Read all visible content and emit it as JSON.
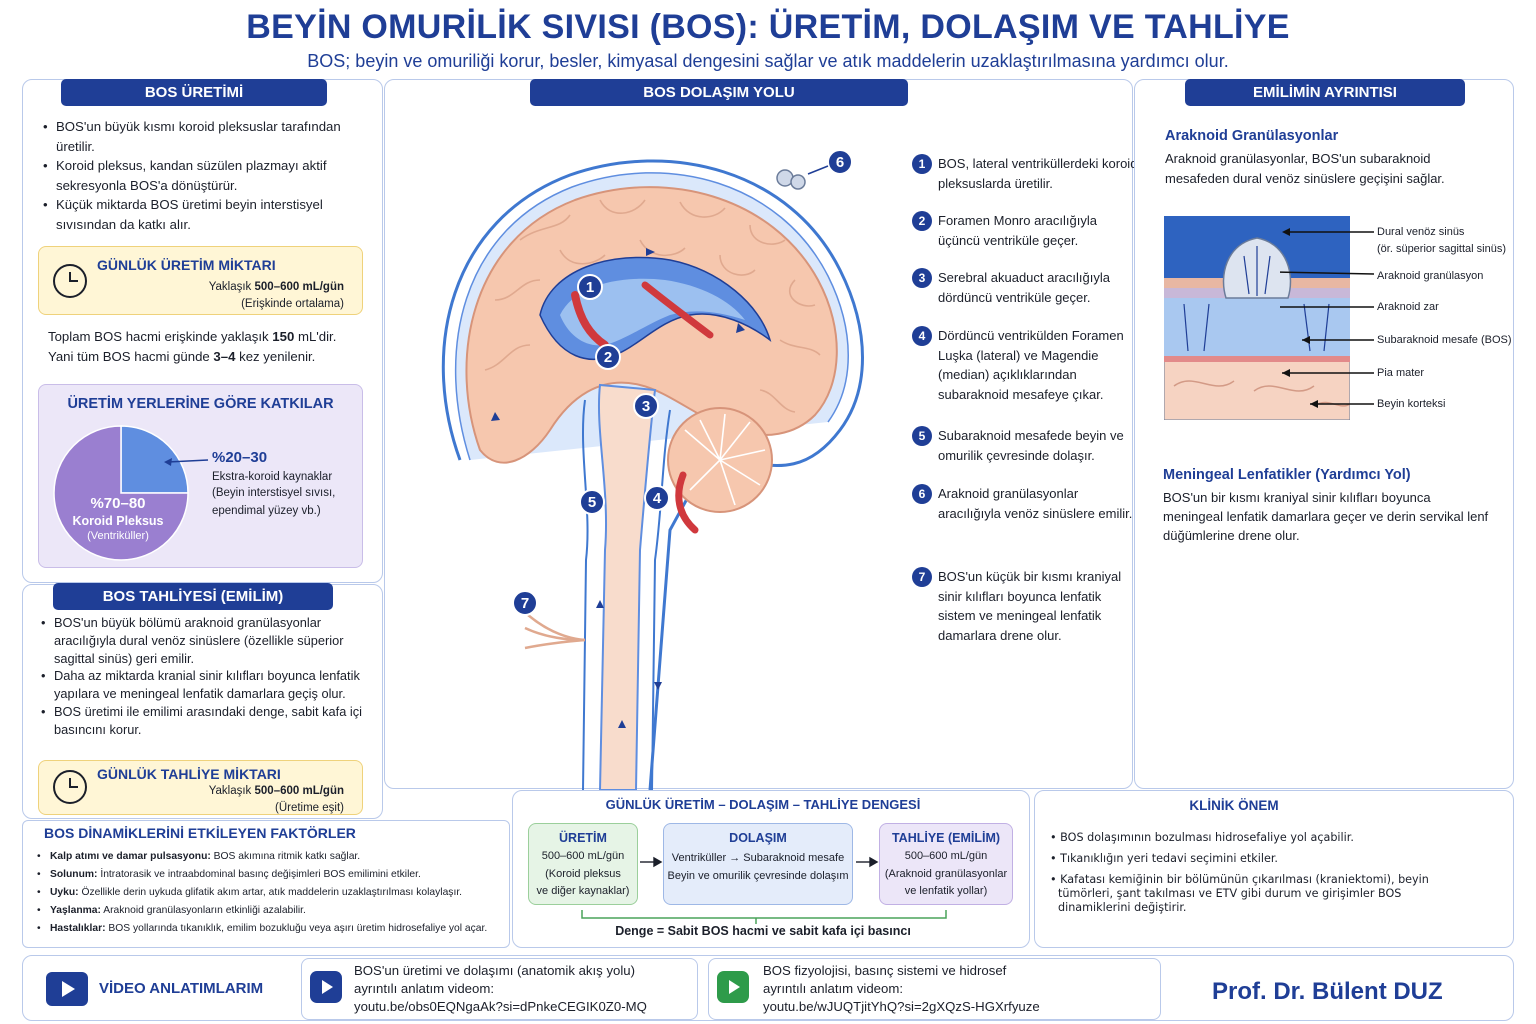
{
  "header": {
    "title": "BEYİN OMURİLİK SIVISI (BOS): ÜRETİM, DOLAŞIM VE TAHLİYE",
    "subtitle": "BOS; beyin ve omuriliği korur, besler, kimyasal dengesini sağlar ve atık maddelerin uzaklaştırılmasına yardımcı olur."
  },
  "production": {
    "heading": "BOS ÜRETİMİ",
    "bullets": [
      "BOS'un büyük kısmı koroid pleksuslar tarafından üretilir.",
      "Koroid pleksus, kandan süzülen plazmayı aktif sekresyonla BOS'a dönüştürür.",
      "Küçük miktarda BOS üretimi beyin interstisyel sıvısından da katkı alır."
    ],
    "daily": {
      "heading": "GÜNLÜK ÜRETİM MİKTARI",
      "prefix": "Yaklaşık ",
      "value": "500–600 mL/gün",
      "note": "(Erişkinde ortalama)"
    },
    "volume_line1_pre": "Toplam BOS hacmi erişkinde yaklaşık ",
    "volume_line1_val": "150",
    "volume_line1_post": " mL'dir.",
    "volume_line2_pre": "Yani tüm BOS hacmi günde ",
    "volume_line2_val": "3–4",
    "volume_line2_post": " kez yenilenir."
  },
  "contributions": {
    "heading": "ÜRETİM YERLERİNE GÖRE KATKILAR",
    "slices": [
      {
        "label": "%70–80",
        "name": "Koroid Pleksus",
        "detail": "(Ventriküller)",
        "value": 75,
        "color": "#9a7fd0"
      },
      {
        "label": "%20–30",
        "name": "Ekstra-koroid kaynaklar",
        "detail": "(Beyin interstisyel sıvısı, ependimal yüzey vb.)",
        "value": 25,
        "color": "#5f8ee0"
      }
    ]
  },
  "drainage": {
    "heading": "BOS TAHLİYESİ (EMİLİM)",
    "bullets": [
      "BOS'un büyük bölümü araknoid granülasyonlar aracılığıyla dural venöz sinüslere (özellikle süperior sagittal sinüs) geri emilir.",
      "Daha az miktarda kranial sinir kılıfları boyunca lenfatik yapılara ve meningeal lenfatik damarlara geçiş olur.",
      "BOS üretimi ile emilimi arasındaki denge, sabit kafa içi basıncını korur."
    ],
    "daily": {
      "heading": "GÜNLÜK TAHLİYE MİKTARI",
      "prefix": "Yaklaşık ",
      "value": "500–600 mL/gün",
      "note": "(Üretime eşit)"
    }
  },
  "factors": {
    "heading": "BOS DİNAMİKLERİNİ ETKİLEYEN FAKTÖRLER",
    "items": [
      {
        "term": "Kalp atımı ve damar pulsasyonu:",
        "text": " BOS akımına ritmik katkı sağlar."
      },
      {
        "term": "Solunum:",
        "text": " İntratorasik ve intraabdominal basınç değişimleri BOS emilimini etkiler."
      },
      {
        "term": "Uyku:",
        "text": " Özellikle derin uykuda glifatik akım artar, atık maddelerin uzaklaştırılması kolaylaşır."
      },
      {
        "term": "Yaşlanma:",
        "text": " Araknoid granülasyonların etkinliği azalabilir."
      },
      {
        "term": "Hastalıklar:",
        "text": " BOS yollarında tıkanıklık, emilim bozukluğu veya aşırı üretim hidrosefaliye yol açar."
      }
    ]
  },
  "circulation": {
    "heading": "BOS DOLAŞIM YOLU",
    "steps": [
      {
        "n": "1",
        "text": "BOS, lateral ventriküllerdeki koroid pleksuslarda üretilir."
      },
      {
        "n": "2",
        "text": "Foramen Monro aracılığıyla üçüncü ventriküle geçer."
      },
      {
        "n": "3",
        "text": "Serebral akuaduct aracılığıyla dördüncü ventriküle geçer."
      },
      {
        "n": "4",
        "text": "Dördüncü ventrikülden Foramen Luşka (lateral) ve Magendie (median) açıklıklarından subaraknoid mesafeye çıkar."
      },
      {
        "n": "5",
        "text": "Subaraknoid mesafede beyin ve omurilik çevresinde dolaşır."
      },
      {
        "n": "6",
        "text": "Araknoid granülasyonlar aracılığıyla venöz sinüslere emilir."
      },
      {
        "n": "7",
        "text": "BOS'un küçük bir kısmı kraniyal sinir kılıfları boyunca lenfatik sistem ve meningeal lenfatik damarlara drene olur."
      }
    ]
  },
  "absorption": {
    "heading": "EMİLİMİN AYRINTISI",
    "granulation_title": "Araknoid Granülasyonlar",
    "granulation_text": "Araknoid granülasyonlar, BOS'un subaraknoid mesafeden dural venöz sinüslere geçişini sağlar.",
    "labels": [
      {
        "main": "Dural venöz sinüs",
        "sub": "(ör. süperior sagittal sinüs)"
      },
      {
        "main": "Araknoid granülasyon",
        "sub": ""
      },
      {
        "main": "Araknoid zar",
        "sub": ""
      },
      {
        "main": "Subaraknoid mesafe (BOS)",
        "sub": ""
      },
      {
        "main": "Pia mater",
        "sub": ""
      },
      {
        "main": "Beyin korteksi",
        "sub": ""
      }
    ],
    "lymph_title": "Meningeal Lenfatikler (Yardımcı Yol)",
    "lymph_text": "BOS'un bir kısmı kraniyal sinir kılıfları boyunca meningeal lenfatik damarlara geçer ve derin servikal lenf düğümlerine drene olur."
  },
  "balance": {
    "heading": "GÜNLÜK ÜRETİM – DOLAŞIM – TAHLİYE DENGESİ",
    "boxes": [
      {
        "title": "ÜRETİM",
        "l1": "500–600 mL/gün",
        "l2": "(Koroid pleksus",
        "l3": "ve diğer kaynaklar)"
      },
      {
        "title": "DOLAŞIM",
        "l1": "Ventriküller → Subaraknoid mesafe",
        "l2": "Beyin ve omurilik çevresinde dolaşım",
        "l3": ""
      },
      {
        "title": "TAHLİYE (EMİLİM)",
        "l1": "500–600 mL/gün",
        "l2": "(Araknoid granülasyonlar",
        "l3": "ve lenfatik yollar)"
      }
    ],
    "footer": "Denge = Sabit BOS hacmi ve sabit kafa içi basıncı"
  },
  "clinical": {
    "heading": "KLİNİK ÖNEM",
    "items": [
      "• BOS dolaşımının bozulması hidrosefaliye yol açabilir.",
      "• Tıkanıklığın yeri tedavi seçimini etkiler.",
      "• Kafatası kemiğinin bir bölümünün çıkarılması (kraniektomi), beyin tümörleri, şant takılması ve ETV gibi durum ve girişimler BOS dinamiklerini değiştirir."
    ]
  },
  "videos": {
    "label": "VİDEO ANLATIMLARIM",
    "items": [
      {
        "title": "BOS'un üretimi ve dolaşımı (anatomik akış yolu)",
        "desc": "ayrıntılı anlatım videom:",
        "url": "youtu.be/obs0EQNgaAk?si=dPnkeCEGIK0Z0-MQ",
        "color": "#1f3e96"
      },
      {
        "title": "BOS fizyolojisi, basınç sistemi ve hidrosef",
        "desc": "ayrıntılı anlatım videom:",
        "url": "youtu.be/wJUQTjitYhQ?si=2gXQzS-HGXrfyuze",
        "color": "#2e9b4a"
      }
    ],
    "author": "Prof. Dr. Bülent DUZ"
  },
  "colors": {
    "navy": "#1f3e96",
    "csf": "#3f78d0",
    "brain": "#f6c7ae",
    "plexus": "#d0393d"
  }
}
